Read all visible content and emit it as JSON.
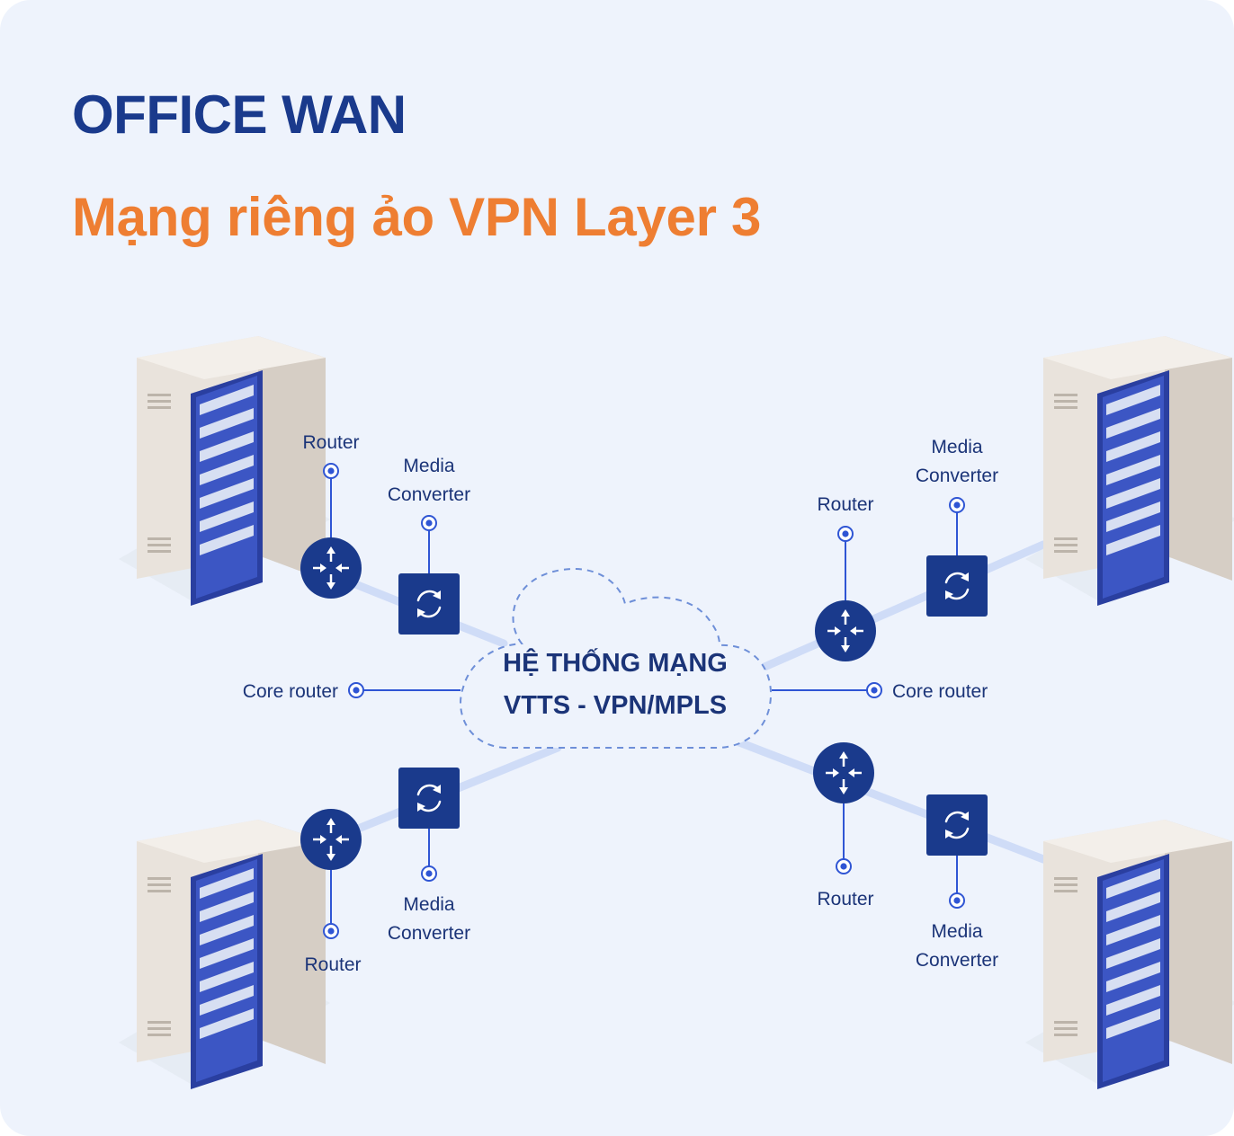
{
  "title": "OFFICE WAN",
  "subtitle": "Mạng riêng ảo VPN Layer 3",
  "cloud": {
    "line1": "HỆ THỐNG MẠNG",
    "line2": "VTTS - VPN/MPLS"
  },
  "labels": {
    "router": "Router",
    "media_line1": "Media",
    "media_line2": "Converter",
    "core_router": "Core router"
  },
  "colors": {
    "navy": "#1a3a8c",
    "orange": "#ee7e32",
    "background": "#eef3fc"
  }
}
